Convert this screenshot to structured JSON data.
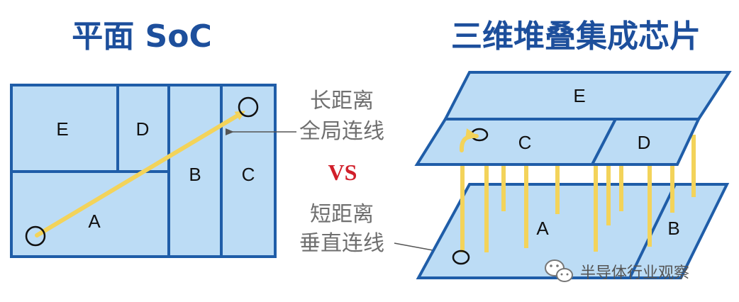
{
  "left_title": "平面 SoC",
  "right_title": "三维堆叠集成芯片",
  "planar": {
    "blocks": {
      "E": "E",
      "D": "D",
      "B": "B",
      "C": "C",
      "A": "A"
    }
  },
  "stacked": {
    "top_layer": {
      "E": "E",
      "C": "C",
      "D": "D"
    },
    "bottom_layer": {
      "A": "A",
      "B": "B"
    }
  },
  "middle": {
    "long_label_line1": "长距离",
    "long_label_line2": "全局连线",
    "vs": "VS",
    "short_label_line1": "短距离",
    "short_label_line2": "垂直连线"
  },
  "watermark": "半导体行业观察",
  "colors": {
    "block_fill": "#bcdcf5",
    "block_stroke": "#1f5da8",
    "title": "#1d4f9c",
    "wire": "#f3d35a",
    "vs": "#d11f2a",
    "label_gray": "#6f6f6f"
  },
  "icons": [
    "wechat-icon",
    "arrow-icon"
  ]
}
